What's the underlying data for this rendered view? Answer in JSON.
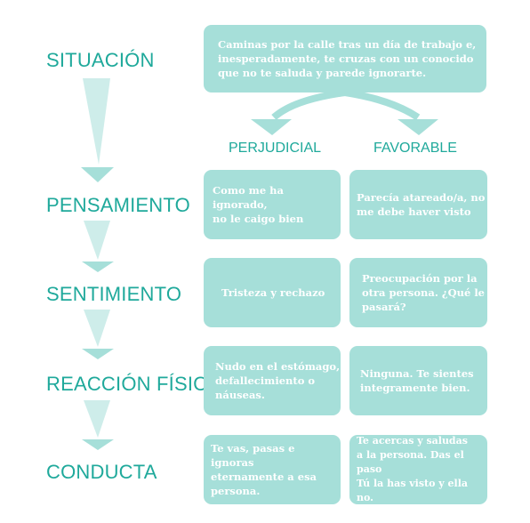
{
  "stages": {
    "situacion": "SITUACIÓN",
    "pensamiento": "PENSAMIENTO",
    "sentimiento": "SENTIMIENTO",
    "reaccion": "REACCIÓN FÍSICA",
    "conducta": "CONDUCTA"
  },
  "situation_text": "Caminas por la calle tras un día de trabajo e,\ninesperadamente, te cruzas con un conocido\nque no te saluda y parede ignorarte.",
  "columns": {
    "perjudicial": "PERJUDICIAL",
    "favorable": "FAVORABLE"
  },
  "perjudicial": {
    "pensamiento": "Como me ha ignorado,\nno le caigo bien",
    "sentimiento": "Tristeza y rechazo",
    "reaccion": "Nudo en el estómago,\ndefallecimiento o\nnáuseas.",
    "conducta": "Te vas, pasas e ignoras\neternamente a esa\npersona."
  },
  "favorable": {
    "pensamiento": "Parecía atareado/a, no\nme debe haver visto",
    "sentimiento": "Preocupación por la\notra persona. ¿Qué le\npasará?",
    "reaccion": "Ninguna. Te sientes\nintegramente bien.",
    "conducta": "Te acercas y saludas\na la persona. Das el paso\nTú la has visto y ella no."
  },
  "colors": {
    "teal": "#1fa99b",
    "box": "#a6dfd9",
    "arrow": "#a6dfd9"
  }
}
